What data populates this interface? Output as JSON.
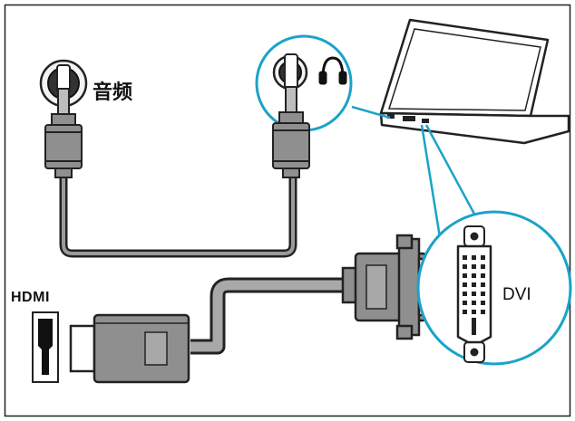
{
  "labels": {
    "audio": "音频",
    "dvi": "DVI",
    "hdmi": "HDMI"
  },
  "icons": {
    "headphone": "headphone-icon"
  },
  "colors": {
    "callout_circle": "#1aa3c8",
    "connector_fill": "#8f8f8f",
    "cable": "#3a3a3a",
    "frame": "#222222"
  }
}
